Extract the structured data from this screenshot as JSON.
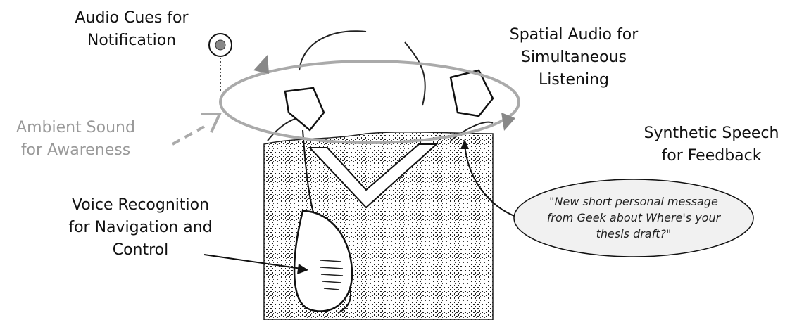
{
  "labels": {
    "audio_cues": [
      "Audio Cues for",
      "Notification"
    ],
    "spatial_audio": [
      "Spatial Audio for",
      "Simultaneous",
      "Listening"
    ],
    "ambient_sound": [
      "Ambient Sound",
      "for Awareness"
    ],
    "synthetic_speech": [
      "Synthetic Speech",
      "for Feedback"
    ],
    "voice_recognition": [
      "Voice Recognition",
      "for Navigation and",
      "Control"
    ]
  },
  "speech_bubble": [
    "\"New short personal message",
    "from Geek about Where's your",
    "thesis draft?\""
  ],
  "colors": {
    "ink": "#111111",
    "gray": "#999999",
    "ring": "#aaaaaa",
    "bubble_fill": "#f1f1f1"
  }
}
